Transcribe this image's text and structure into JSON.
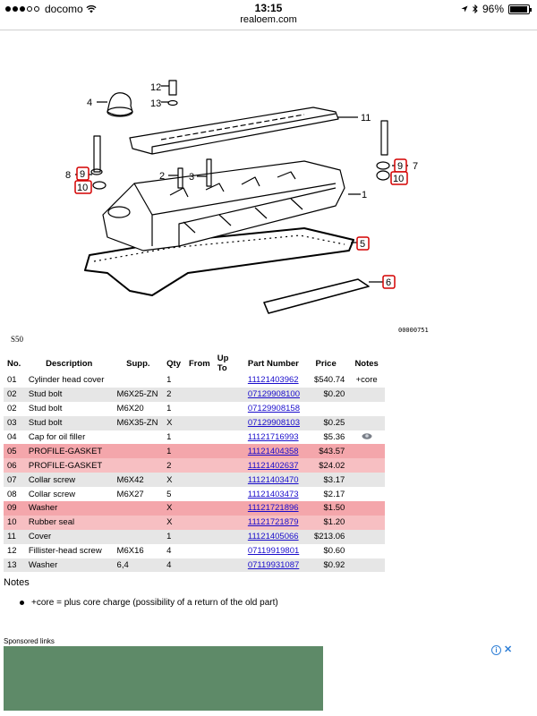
{
  "status_bar": {
    "carrier": "docomo",
    "time": "13:15",
    "battery": "96%",
    "battery_level": 0.96
  },
  "url": "realoem.com",
  "diagram": {
    "code": "00000751",
    "model": "S50"
  },
  "table": {
    "headers": [
      "No.",
      "Description",
      "Supp.",
      "Qty",
      "From",
      "Up To",
      "Part Number",
      "Price",
      "Notes"
    ],
    "rows": [
      {
        "no": "01",
        "desc": "Cylinder head cover",
        "supp": "",
        "qty": "1",
        "from": "",
        "upto": "",
        "part": "11121403962",
        "price": "$540.74",
        "notes": "+core",
        "style": "odd"
      },
      {
        "no": "02",
        "desc": "Stud bolt",
        "supp": "M6X25-ZN",
        "qty": "2",
        "from": "",
        "upto": "",
        "part": "07129908100",
        "price": "$0.20",
        "notes": "",
        "style": "even"
      },
      {
        "no": "02",
        "desc": "Stud bolt",
        "supp": "M6X20",
        "qty": "1",
        "from": "",
        "upto": "",
        "part": "07129908158",
        "price": "",
        "notes": "",
        "style": "odd"
      },
      {
        "no": "03",
        "desc": "Stud bolt",
        "supp": "M6X35-ZN",
        "qty": "X",
        "from": "",
        "upto": "",
        "part": "07129908103",
        "price": "$0.25",
        "notes": "",
        "style": "even"
      },
      {
        "no": "04",
        "desc": "Cap for oil filler",
        "supp": "",
        "qty": "1",
        "from": "",
        "upto": "",
        "part": "11121716993",
        "price": "$5.36",
        "notes": "photo-icon",
        "style": "odd"
      },
      {
        "no": "05",
        "desc": "PROFILE-GASKET",
        "supp": "",
        "qty": "1",
        "from": "",
        "upto": "",
        "part": "11121404358",
        "price": "$43.57",
        "notes": "",
        "style": "hl"
      },
      {
        "no": "06",
        "desc": "PROFILE-GASKET",
        "supp": "",
        "qty": "2",
        "from": "",
        "upto": "",
        "part": "11121402637",
        "price": "$24.02",
        "notes": "",
        "style": "hl2"
      },
      {
        "no": "07",
        "desc": "Collar screw",
        "supp": "M6X42",
        "qty": "X",
        "from": "",
        "upto": "",
        "part": "11121403470",
        "price": "$3.17",
        "notes": "",
        "style": "even"
      },
      {
        "no": "08",
        "desc": "Collar screw",
        "supp": "M6X27",
        "qty": "5",
        "from": "",
        "upto": "",
        "part": "11121403473",
        "price": "$2.17",
        "notes": "",
        "style": "odd"
      },
      {
        "no": "09",
        "desc": "Washer",
        "supp": "",
        "qty": "X",
        "from": "",
        "upto": "",
        "part": "11121721896",
        "price": "$1.50",
        "notes": "",
        "style": "hl"
      },
      {
        "no": "10",
        "desc": "Rubber seal",
        "supp": "",
        "qty": "X",
        "from": "",
        "upto": "",
        "part": "11121721879",
        "price": "$1.20",
        "notes": "",
        "style": "hl2"
      },
      {
        "no": "11",
        "desc": "Cover",
        "supp": "",
        "qty": "1",
        "from": "",
        "upto": "",
        "part": "11121405066",
        "price": "$213.06",
        "notes": "",
        "style": "even"
      },
      {
        "no": "12",
        "desc": "Fillister-head screw",
        "supp": "M6X16",
        "qty": "4",
        "from": "",
        "upto": "",
        "part": "07119919801",
        "price": "$0.60",
        "notes": "",
        "style": "odd"
      },
      {
        "no": "13",
        "desc": "Washer",
        "supp": "6,4",
        "qty": "4",
        "from": "",
        "upto": "",
        "part": "07119931087",
        "price": "$0.92",
        "notes": "",
        "style": "even"
      }
    ]
  },
  "notes": {
    "title": "Notes",
    "items": [
      "+core = plus core charge (possibility of a return of the old part)"
    ]
  },
  "sponsored": {
    "label": "Sponsored links",
    "ad_color": "#5e8a68"
  },
  "colors": {
    "highlight": "#f4a6ab",
    "highlight_light": "#f7bfc2",
    "stripe": "#e6e6e6",
    "link": "#1a0dcc"
  }
}
